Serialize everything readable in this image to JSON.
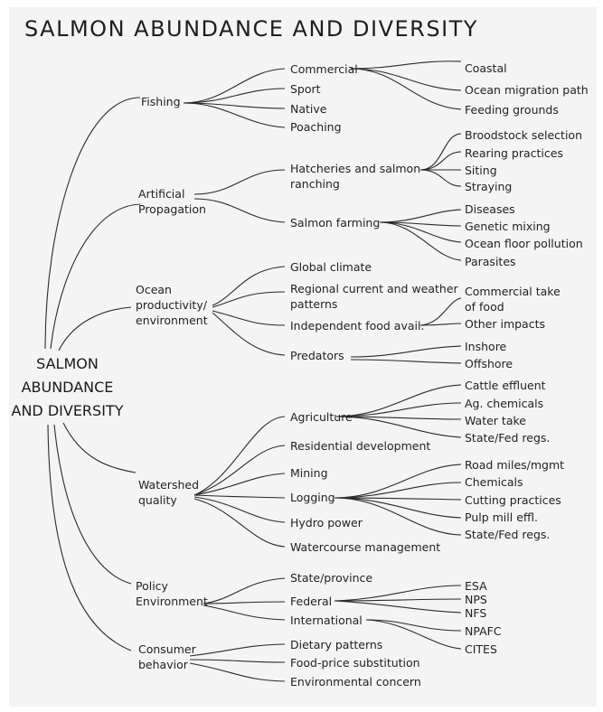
{
  "title": "SALMON ABUNDANCE AND DIVERSITY",
  "root": [
    "SALMON",
    "ABUNDANCE",
    "AND DIVERSITY"
  ],
  "categories": {
    "fishing": "Fishing",
    "artificial": [
      "Artificial",
      "Propagation"
    ],
    "ocean": [
      "Ocean",
      "productivity/",
      "environment"
    ],
    "watershed": [
      "Watershed",
      "quality"
    ],
    "policy": [
      "Policy",
      "Environment"
    ],
    "consumer": [
      "Consumer",
      "behavior"
    ]
  },
  "fishing": {
    "commercial": "Commercial",
    "sport": "Sport",
    "native": "Native",
    "poaching": "Poaching",
    "commercial_items": [
      "Coastal",
      "Ocean migration path",
      "Feeding grounds"
    ]
  },
  "artificial": {
    "hatcheries": [
      "Hatcheries and salmon",
      "ranching"
    ],
    "hatcheries_items": [
      "Broodstock selection",
      "Rearing practices",
      "Siting",
      "Straying"
    ],
    "farming": "Salmon farming",
    "farming_items": [
      "Diseases",
      "Genetic mixing",
      "Ocean floor pollution",
      "Parasites"
    ]
  },
  "ocean": {
    "global": "Global climate",
    "regional": [
      "Regional current and weather",
      "patterns"
    ],
    "food": "Independent food avail.",
    "food_items": [
      "Commercial take",
      "of food",
      "Other impacts"
    ],
    "predators": "Predators",
    "predator_items": [
      "Inshore",
      "Offshore"
    ]
  },
  "watershed": {
    "agriculture": "Agriculture",
    "agriculture_items": [
      "Cattle effluent",
      "Ag. chemicals",
      "Water take",
      "State/Fed regs."
    ],
    "residential": "Residential development",
    "mining": "Mining",
    "logging": "Logging",
    "logging_items": [
      "Road miles/mgmt",
      "Chemicals",
      "Cutting practices",
      "Pulp mill effl.",
      "State/Fed regs."
    ],
    "hydro": "Hydro power",
    "watercourse": "Watercourse management"
  },
  "policy": {
    "state": "State/province",
    "federal": "Federal",
    "federal_items": [
      "ESA",
      "NPS",
      "NFS"
    ],
    "international": "International",
    "international_items": [
      "NPAFC",
      "CITES"
    ]
  },
  "consumer": {
    "dietary": "Dietary patterns",
    "food_price": "Food-price substitution",
    "environmental": "Environmental concern"
  }
}
